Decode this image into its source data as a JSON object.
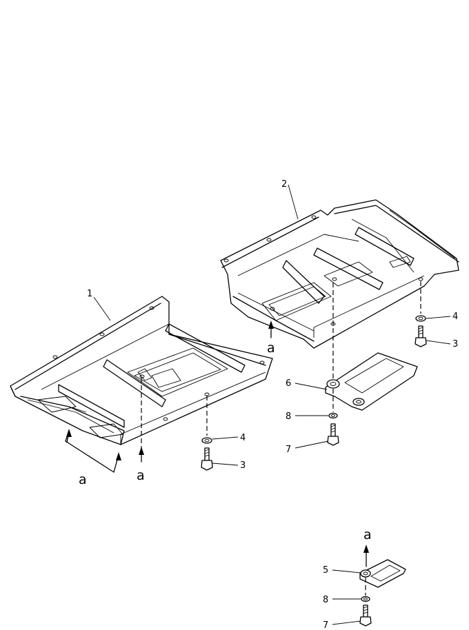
{
  "callouts": {
    "c1": "1",
    "c2": "2",
    "c3a": "3",
    "c4a": "4",
    "c3b": "3",
    "c4b": "4",
    "c5": "5",
    "c6": "6",
    "c7a": "7",
    "c8a": "8",
    "c7b": "7",
    "c8b": "8"
  },
  "view_letters": {
    "a_left": "a",
    "a_mid": "a",
    "a_right_cover": "a",
    "a_detail": "a"
  }
}
